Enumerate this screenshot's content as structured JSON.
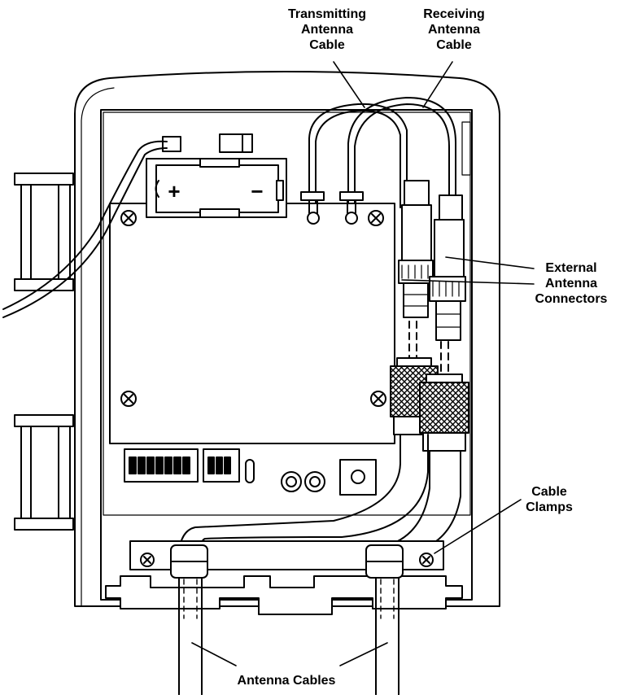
{
  "labels": {
    "tx_line1": "Transmitting",
    "tx_line2": "Antenna",
    "tx_line3": "Cable",
    "rx_line1": "Receiving",
    "rx_line2": "Antenna",
    "rx_line3": "Cable",
    "ext_line1": "External",
    "ext_line2": "Antenna",
    "ext_line3": "Connectors",
    "clamps_line1": "Cable",
    "clamps_line2": "Clamps",
    "bottom": "Antenna Cables"
  },
  "battery": {
    "plus": "+",
    "minus": "−"
  },
  "colors": {
    "ink": "#000000",
    "housing": "#ffffff",
    "inner": "#ffffff"
  }
}
